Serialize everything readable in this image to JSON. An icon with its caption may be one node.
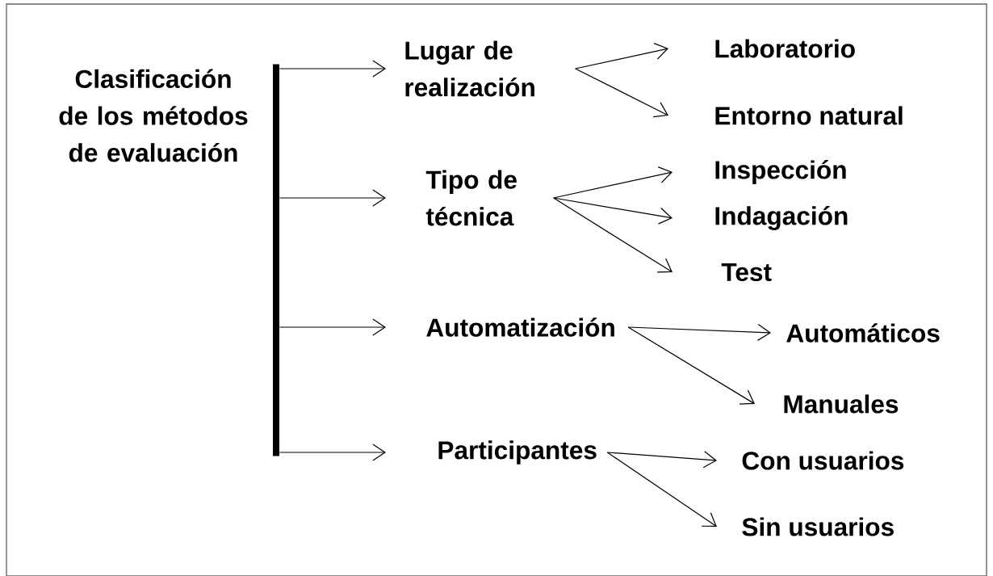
{
  "diagram": {
    "nodes": [
      {
        "text": [
          "Clasificación de los métodos de evaluación"
        ]
      },
      {
        "text": [],
        "shape": "bar"
      },
      {
        "text": [
          "Lugar de realización"
        ]
      },
      {
        "text": [
          "Laboratorio"
        ]
      },
      {
        "text": [
          "Entorno natural"
        ]
      },
      {
        "text": [
          "Tipo de técnica"
        ]
      },
      {
        "text": [
          "Inspección"
        ]
      },
      {
        "text": [
          "Indagación"
        ]
      },
      {
        "text": [
          "Test"
        ]
      },
      {
        "text": [
          "Automatización"
        ]
      },
      {
        "text": [
          "Automáticos"
        ]
      },
      {
        "text": [
          "Manuales"
        ]
      },
      {
        "text": [
          "Participantes"
        ]
      },
      {
        "text": [
          "Con usuarios"
        ]
      },
      {
        "text": [
          "Sin usuarios"
        ]
      }
    ],
    "edges": [
      {
        "from": 1,
        "to": 2,
        "arrow": "to"
      },
      {
        "from": 1,
        "to": 5,
        "arrow": "to"
      },
      {
        "from": 1,
        "to": 9,
        "arrow": "to"
      },
      {
        "from": 1,
        "to": 12,
        "arrow": "to"
      },
      {
        "from": 2,
        "to": 3,
        "arrow": "to"
      },
      {
        "from": 2,
        "to": 4,
        "arrow": "to"
      },
      {
        "from": 5,
        "to": 6,
        "arrow": "to"
      },
      {
        "from": 5,
        "to": 7,
        "arrow": "to"
      },
      {
        "from": 5,
        "to": 8,
        "arrow": "to"
      },
      {
        "from": 9,
        "to": 10,
        "arrow": "to"
      },
      {
        "from": 9,
        "to": 11,
        "arrow": "to"
      },
      {
        "from": 12,
        "to": 13,
        "arrow": "to"
      },
      {
        "from": 12,
        "to": 14,
        "arrow": "to"
      }
    ]
  }
}
